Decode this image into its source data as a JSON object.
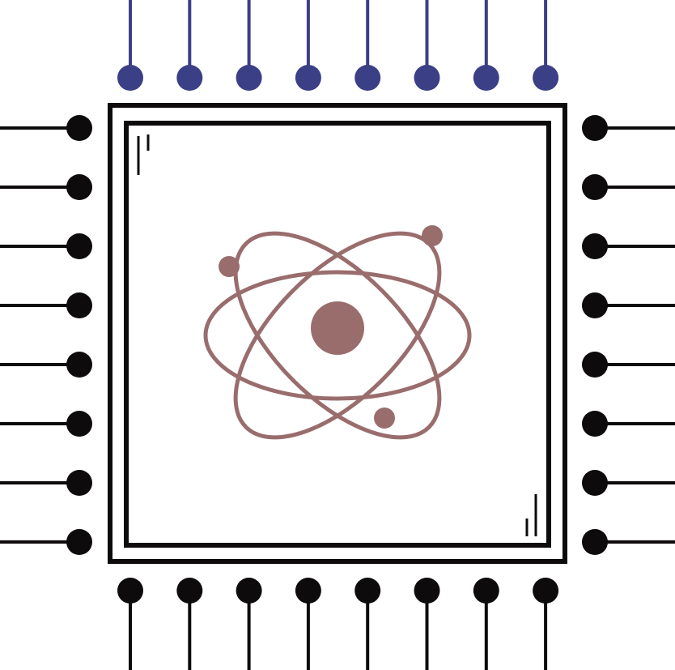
{
  "colors": {
    "background": "#ffffff",
    "outline": "#0d0b0b",
    "pin_top": "#3a3f86",
    "pin_other": "#0d0b0b",
    "atom": "#9a6d6d"
  },
  "icons": {
    "center": "atom-icon",
    "chip": "microchip-icon"
  },
  "pins": {
    "top_count": 8,
    "bottom_count": 8,
    "left_count": 8,
    "right_count": 8
  },
  "atom": {
    "electrons": 3,
    "orbits": 3
  }
}
